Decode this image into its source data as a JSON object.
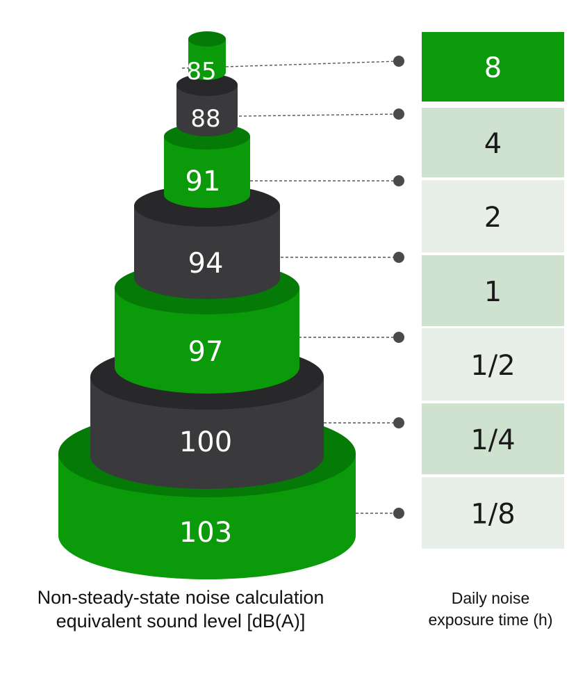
{
  "colors": {
    "green_main": "#0a9a0a",
    "green_dark": "#067a06",
    "charcoal_main": "#3a3a3c",
    "charcoal_dark": "#28282a",
    "cell_top": "#0a9a0a",
    "cell_mid": "#cfe1cf",
    "cell_light": "#e8efe8",
    "connector": "#555555",
    "dot": "#4a4a4a"
  },
  "pyramid": {
    "tiers": [
      {
        "level": "85",
        "color": "green"
      },
      {
        "level": "88",
        "color": "charcoal"
      },
      {
        "level": "91",
        "color": "green"
      },
      {
        "level": "94",
        "color": "charcoal"
      },
      {
        "level": "97",
        "color": "green"
      },
      {
        "level": "100",
        "color": "charcoal"
      },
      {
        "level": "103",
        "color": "green"
      }
    ]
  },
  "exposure_table": {
    "cells": [
      {
        "value": "8",
        "shade": "top"
      },
      {
        "value": "4",
        "shade": "mid"
      },
      {
        "value": "2",
        "shade": "light"
      },
      {
        "value": "1",
        "shade": "mid"
      },
      {
        "value": "1/2",
        "shade": "light"
      },
      {
        "value": "1/4",
        "shade": "mid"
      },
      {
        "value": "1/8",
        "shade": "light"
      }
    ]
  },
  "captions": {
    "left": "Non-steady-state noise calculation\nequivalent sound level [dB(A)]",
    "right": "Daily noise\nexposure time (h)"
  }
}
